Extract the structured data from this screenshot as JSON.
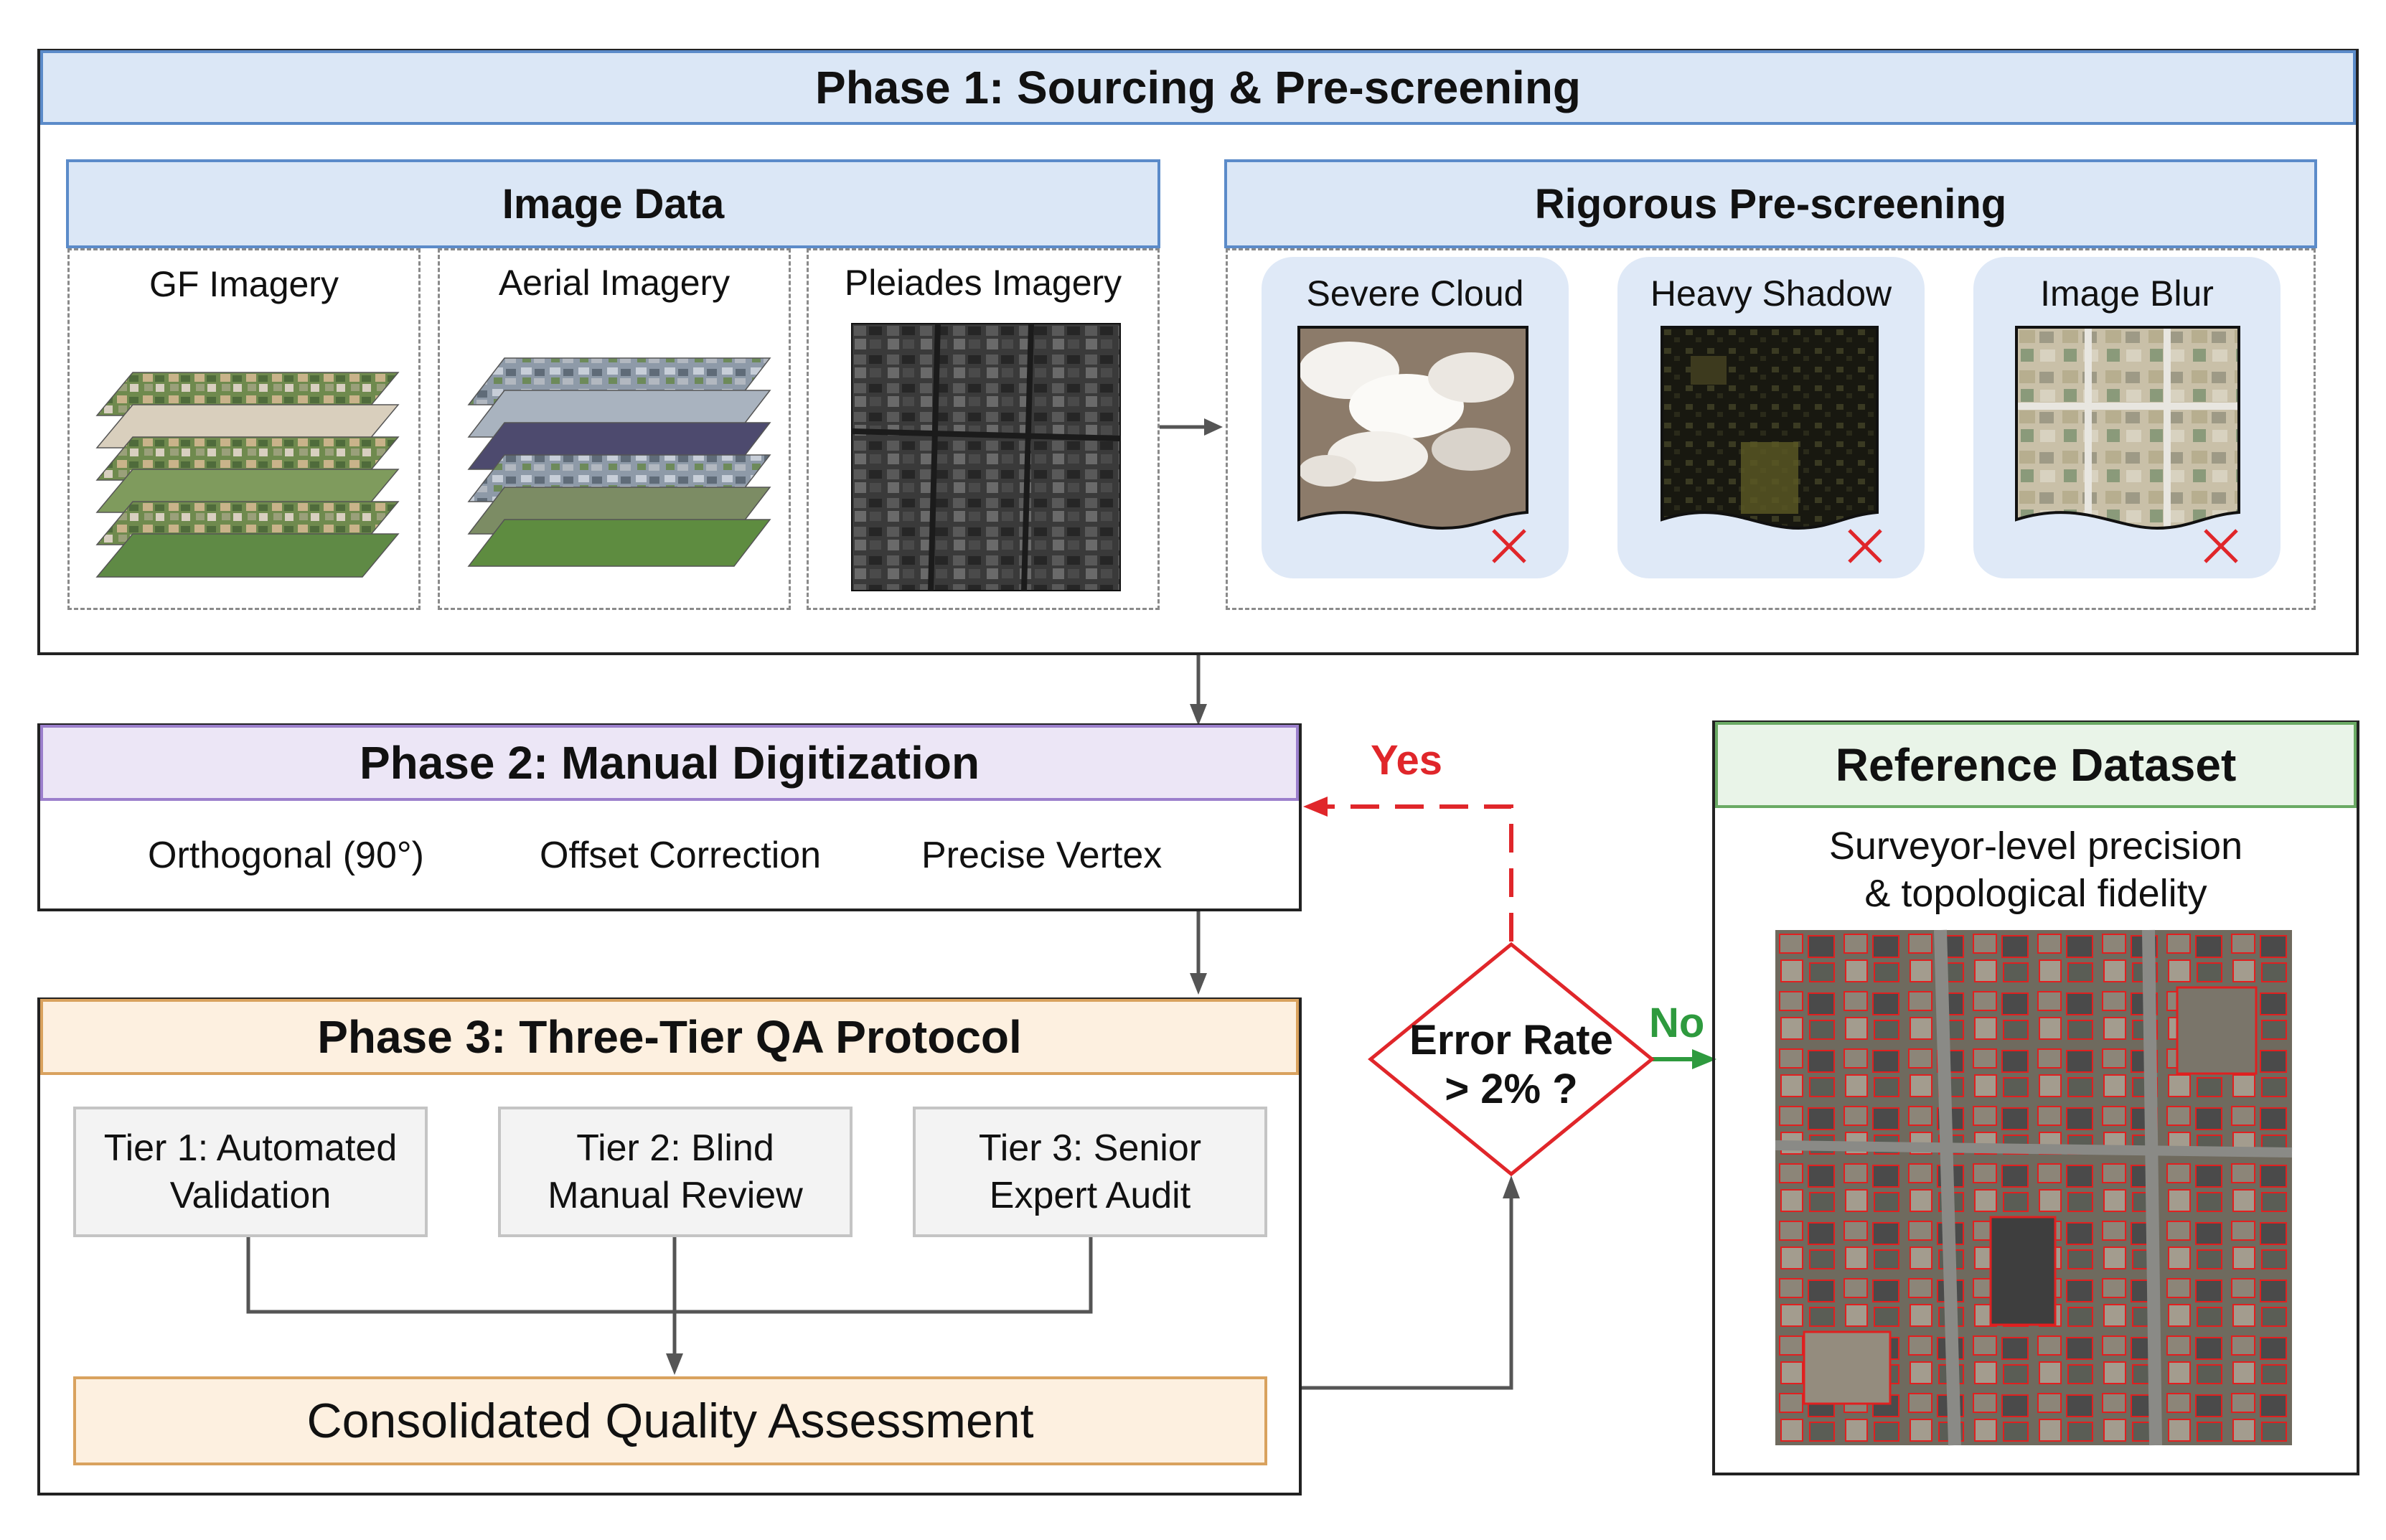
{
  "phase1": {
    "title": "Phase 1: Sourcing & Pre-screening",
    "image_data": {
      "title": "Image Data",
      "sources": [
        {
          "label": "GF Imagery"
        },
        {
          "label": "Aerial Imagery"
        },
        {
          "label": "Pleiades Imagery"
        }
      ]
    },
    "prescreening": {
      "title": "Rigorous Pre-screening",
      "rejections": [
        {
          "label": "Severe Cloud"
        },
        {
          "label": "Heavy Shadow"
        },
        {
          "label": "Image Blur"
        }
      ]
    }
  },
  "phase2": {
    "title": "Phase 2: Manual Digitization",
    "options": [
      "Orthogonal (90°)",
      "Offset Correction",
      "Precise Vertex"
    ]
  },
  "phase3": {
    "title": "Phase 3: Three-Tier QA Protocol",
    "tiers": [
      {
        "line1": "Tier 1: Automated",
        "line2": "Validation"
      },
      {
        "line1": "Tier 2: Blind",
        "line2": "Manual Review"
      },
      {
        "line1": "Tier 3: Senior",
        "line2": "Expert Audit"
      }
    ],
    "consolidated": "Consolidated Quality Assessment"
  },
  "decision": {
    "line1": "Error Rate",
    "line2": "> 2% ?",
    "yes": "Yes",
    "no": "No"
  },
  "reference": {
    "title": "Reference Dataset",
    "line1": "Surveyor-level precision",
    "line2": "& topological fidelity"
  },
  "colors": {
    "phase1_header": "#dbe7f6",
    "phase1_border": "#5b8bc9",
    "phase2_header": "#ece6f6",
    "phase2_border": "#9b7fcc",
    "phase3_header": "#fdf0e0",
    "phase3_border": "#d9a25e",
    "reference_header": "#e9f4e8",
    "reference_border": "#6aaa64",
    "yes_red": "#e0262a",
    "no_green": "#2e9a3e"
  }
}
